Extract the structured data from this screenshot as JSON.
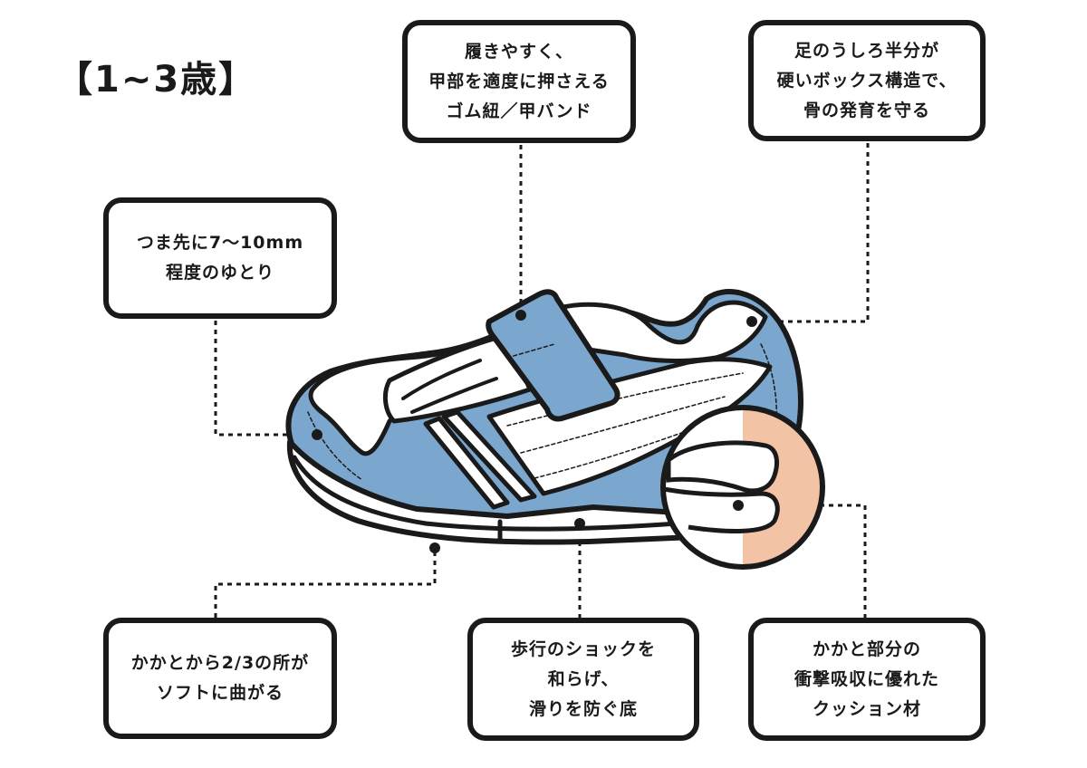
{
  "title": "【1~3歳】",
  "callouts": {
    "toe": [
      "つま先に7〜10mm",
      "程度のゆとり"
    ],
    "strap": [
      "履きやすく、",
      "甲部を適度に押さえる",
      "ゴム紐／甲バンド"
    ],
    "heel_counter": [
      "足のうしろ半分が",
      "硬いボックス構造で、",
      "骨の発育を守る"
    ],
    "flex_point": [
      "かかとから2/3の所が",
      "ソフトに曲がる"
    ],
    "sole": [
      "歩行のショックを",
      "和らげ、",
      "滑りを防ぐ底"
    ],
    "cushion": [
      "かかと部分の",
      "衝撃吸収に優れた",
      "クッション材"
    ]
  },
  "colors": {
    "shoe_blue": "#7ba7cf",
    "outline": "#1a1a1a",
    "highlight_peach": "#f3c3a6",
    "white": "#ffffff"
  },
  "icons": [
    "shoe-illustration",
    "heel-cushion-magnifier"
  ]
}
